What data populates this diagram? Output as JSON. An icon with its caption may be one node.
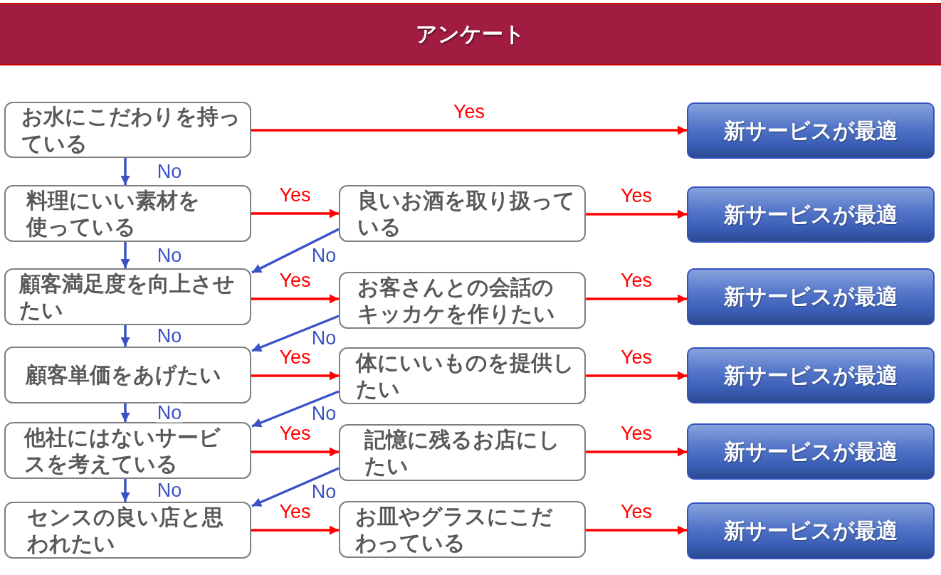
{
  "diagram": {
    "title": "アンケート",
    "nodes": [
      {
        "text": [
          "お水にこだわりを持っている"
        ]
      },
      {
        "text": [
          "新サービスが最適"
        ]
      },
      {
        "text": [
          "料理にいい素材を使っている"
        ]
      },
      {
        "text": [
          "良いお酒を取り扱っている"
        ]
      },
      {
        "text": [
          "新サービスが最適"
        ]
      },
      {
        "text": [
          "顧客満足度を向上させたい"
        ]
      },
      {
        "text": [
          "お客さんとの会話のキッカケを作りたい"
        ]
      },
      {
        "text": [
          "新サービスが最適"
        ]
      },
      {
        "text": [
          "顧客単価をあげたい"
        ]
      },
      {
        "text": [
          "体にいいものを提供したい"
        ]
      },
      {
        "text": [
          "新サービスが最適"
        ]
      },
      {
        "text": [
          "他社にはないサービスを考えている"
        ]
      },
      {
        "text": [
          "記憶に残るお店にしたい"
        ]
      },
      {
        "text": [
          "新サービスが最適"
        ]
      },
      {
        "text": [
          "センスの良い店と思われたい"
        ]
      },
      {
        "text": [
          "お皿やグラスにこだわっている"
        ]
      },
      {
        "text": [
          "新サービスが最適"
        ]
      }
    ],
    "edges": [
      {
        "from": 0,
        "to": 1,
        "arrow": "to",
        "label": "Yes"
      },
      {
        "from": 0,
        "to": 2,
        "arrow": "to",
        "label": "No",
        "color": "#3a52c6"
      },
      {
        "from": 2,
        "to": 3,
        "arrow": "to",
        "label": "Yes"
      },
      {
        "from": 3,
        "to": 4,
        "arrow": "to",
        "label": "Yes"
      },
      {
        "from": 3,
        "to": 5,
        "arrow": "to",
        "label": "No",
        "color": "#3a52c6"
      },
      {
        "from": 2,
        "to": 5,
        "arrow": "to",
        "label": "No",
        "color": "#3a52c6"
      },
      {
        "from": 5,
        "to": 6,
        "arrow": "to",
        "label": "Yes"
      },
      {
        "from": 6,
        "to": 7,
        "arrow": "to",
        "label": "Yes"
      },
      {
        "from": 6,
        "to": 8,
        "arrow": "to",
        "label": "No",
        "color": "#3a52c6"
      },
      {
        "from": 5,
        "to": 8,
        "arrow": "to",
        "label": "No",
        "color": "#3a52c6"
      },
      {
        "from": 8,
        "to": 9,
        "arrow": "to",
        "label": "Yes"
      },
      {
        "from": 9,
        "to": 10,
        "arrow": "to",
        "label": "Yes"
      },
      {
        "from": 9,
        "to": 11,
        "arrow": "to",
        "label": "No",
        "color": "#3a52c6"
      },
      {
        "from": 8,
        "to": 11,
        "arrow": "to",
        "label": "No",
        "color": "#3a52c6"
      },
      {
        "from": 11,
        "to": 12,
        "arrow": "to",
        "label": "Yes"
      },
      {
        "from": 12,
        "to": 13,
        "arrow": "to",
        "label": "Yes"
      },
      {
        "from": 12,
        "to": 14,
        "arrow": "to",
        "label": "No",
        "color": "#3a52c6"
      },
      {
        "from": 11,
        "to": 14,
        "arrow": "to",
        "label": "No",
        "color": "#3a52c6"
      },
      {
        "from": 14,
        "to": 15,
        "arrow": "to",
        "label": "Yes"
      },
      {
        "from": 15,
        "to": 16,
        "arrow": "to",
        "label": "Yes"
      }
    ]
  }
}
